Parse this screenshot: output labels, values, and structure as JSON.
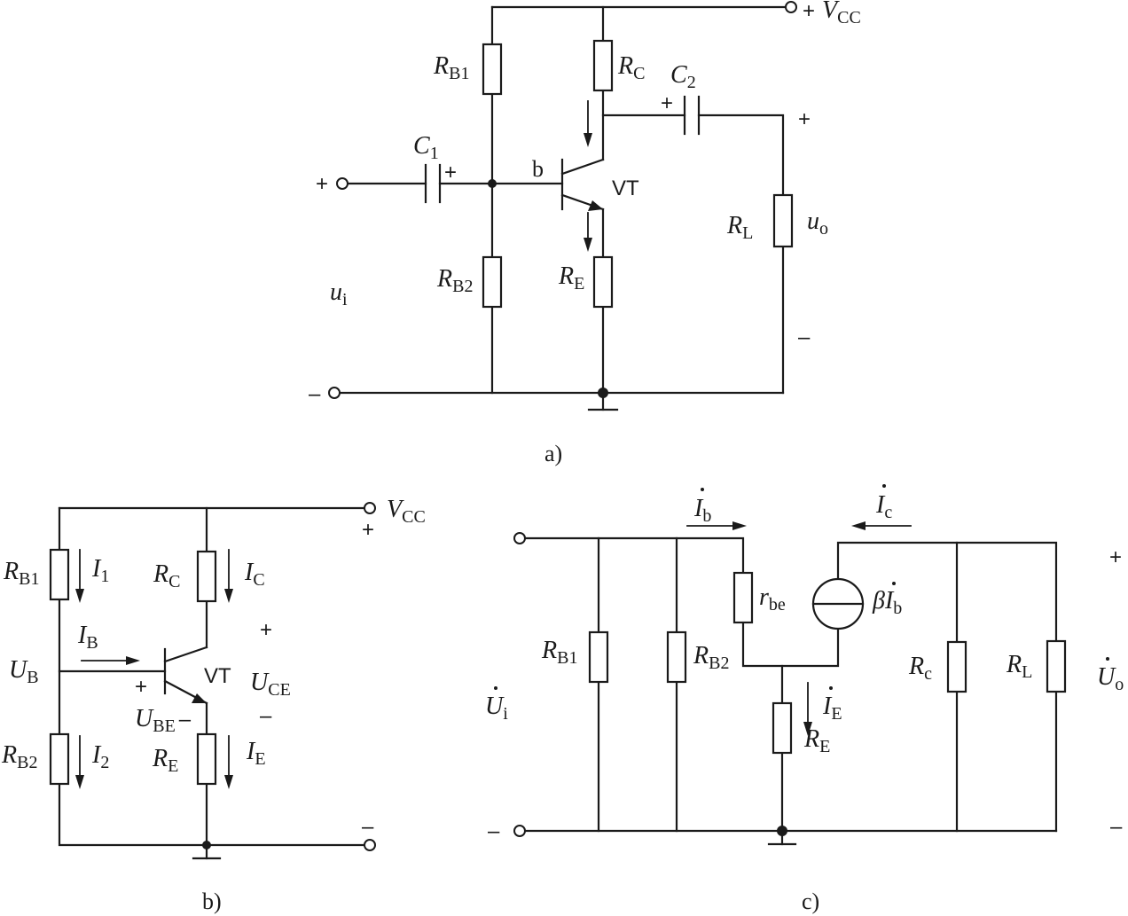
{
  "diagram_a": {
    "caption": "a)",
    "vcc": {
      "sign": "+",
      "V": "V",
      "sub": "CC"
    },
    "RB1": {
      "R": "R",
      "sub": "B1"
    },
    "RC": {
      "R": "R",
      "sub": "C"
    },
    "C2": {
      "C": "C",
      "sub": "2",
      "plus": "+"
    },
    "C1": {
      "C": "C",
      "sub": "1",
      "plus": "+"
    },
    "base": "b",
    "transistor": "VT",
    "RL": {
      "R": "R",
      "sub": "L"
    },
    "uo": {
      "u": "u",
      "sub": "o",
      "plus": "+",
      "minus": "–"
    },
    "ui": {
      "u": "u",
      "sub": "i",
      "plus": "+",
      "minus": "–"
    },
    "RB2": {
      "R": "R",
      "sub": "B2"
    },
    "RE": {
      "R": "R",
      "sub": "E"
    }
  },
  "diagram_b": {
    "caption": "b)",
    "vcc": {
      "V": "V",
      "sub": "CC",
      "plus": "+",
      "minus": "–"
    },
    "RB1": {
      "R": "R",
      "sub": "B1"
    },
    "I1": {
      "I": "I",
      "sub": "1"
    },
    "RC": {
      "R": "R",
      "sub": "C"
    },
    "IC": {
      "I": "I",
      "sub": "C"
    },
    "IB": {
      "I": "I",
      "sub": "B"
    },
    "UB": {
      "U": "U",
      "sub": "B"
    },
    "transistor": "VT",
    "UCE": {
      "U": "U",
      "sub": "CE",
      "plus": "+",
      "minus": "–"
    },
    "UBE": {
      "U": "U",
      "sub": "BE",
      "plus": "+",
      "minus": "–"
    },
    "RB2": {
      "R": "R",
      "sub": "B2"
    },
    "I2": {
      "I": "I",
      "sub": "2"
    },
    "RE": {
      "R": "R",
      "sub": "E"
    },
    "IE": {
      "I": "I",
      "sub": "E"
    }
  },
  "diagram_c": {
    "caption": "c)",
    "Ib": {
      "I": "I",
      "sub": "b"
    },
    "Ic": {
      "I": "I",
      "sub": "c"
    },
    "rbe": {
      "r": "r",
      "sub": "be"
    },
    "source": {
      "beta": "β",
      "I": "I",
      "sub": "b"
    },
    "RB1": {
      "R": "R",
      "sub": "B1"
    },
    "RB2": {
      "R": "R",
      "sub": "B2"
    },
    "Ui": {
      "U": "U",
      "sub": "i",
      "minus": "–"
    },
    "IE": {
      "I": "I",
      "sub": "E"
    },
    "RE": {
      "R": "R",
      "sub": "E"
    },
    "Rc": {
      "R": "R",
      "sub": "c"
    },
    "RL": {
      "R": "R",
      "sub": "L"
    },
    "Uo": {
      "U": "U",
      "sub": "o",
      "plus": "+",
      "minus": "–"
    }
  }
}
